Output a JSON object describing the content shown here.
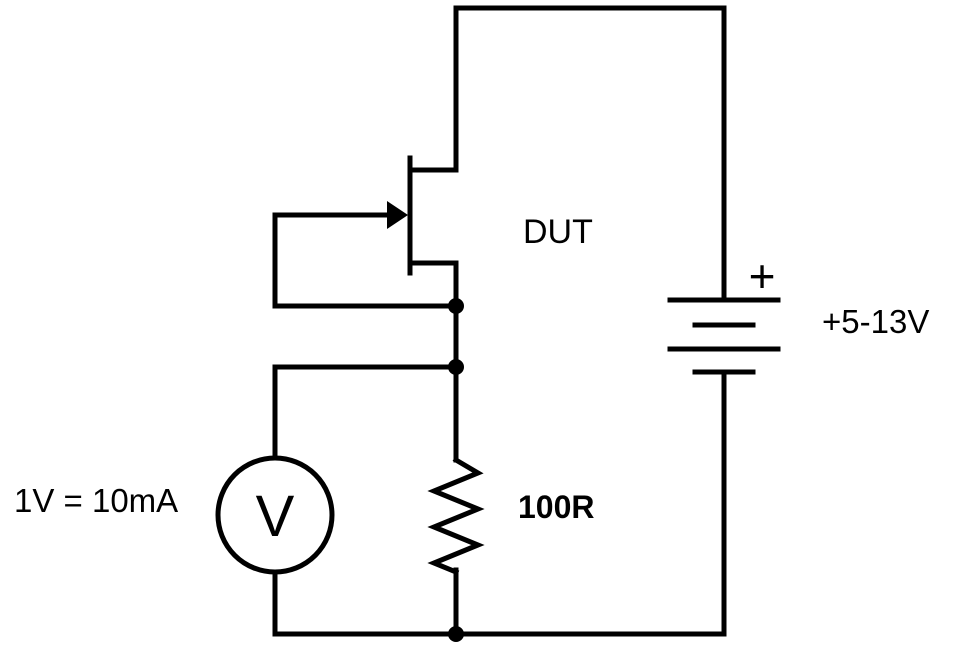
{
  "labels": {
    "dut": "DUT",
    "supply": "+5-13V",
    "resistor": "100R",
    "meter_scale": "1V = 10mA",
    "meter_symbol": "V",
    "battery_plus": "+"
  }
}
